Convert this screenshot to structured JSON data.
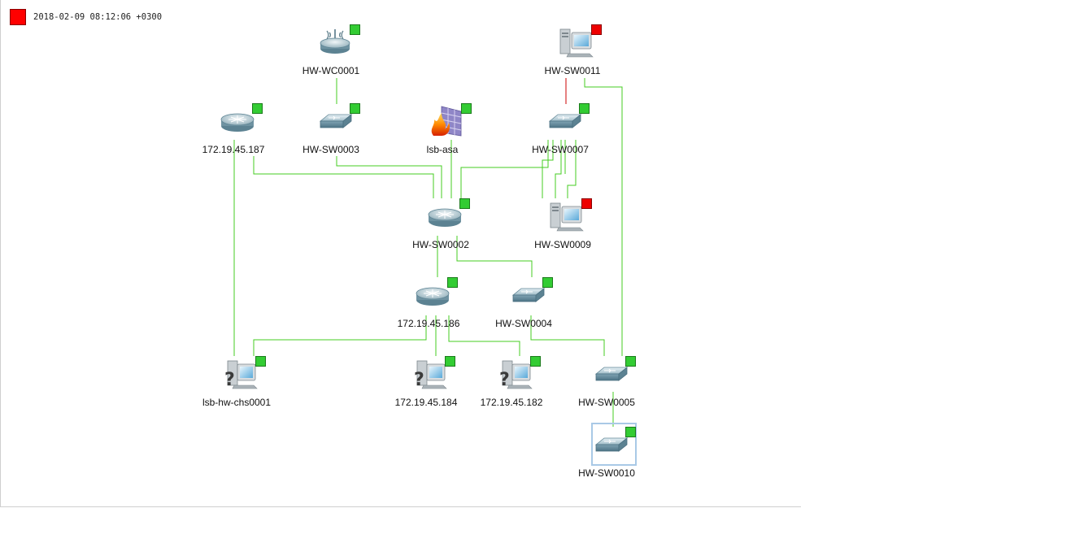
{
  "header": {
    "timestamp": "2018-02-09 08:12:06 +0300",
    "legend_color": "#ff0000"
  },
  "colors": {
    "link_ok": "#44cc22",
    "link_down": "#cc0000",
    "status_ok": "#33cc33",
    "status_down": "#ee0000",
    "selection": "#a9c9e6"
  },
  "nodes": [
    {
      "id": "hw-wc0001",
      "label": "HW-WC0001",
      "icon": "wireless-router-icon",
      "status": "ok"
    },
    {
      "id": "hw-sw0011",
      "label": "HW-SW0011",
      "icon": "workstation-icon",
      "status": "down"
    },
    {
      "id": "ip-187",
      "label": "172.19.45.187",
      "icon": "router-icon",
      "status": "ok"
    },
    {
      "id": "hw-sw0003",
      "label": "HW-SW0003",
      "icon": "switch-icon",
      "status": "ok"
    },
    {
      "id": "lsb-asa",
      "label": "lsb-asa",
      "icon": "firewall-icon",
      "status": "ok"
    },
    {
      "id": "hw-sw0007",
      "label": "HW-SW0007",
      "icon": "switch-icon",
      "status": "ok"
    },
    {
      "id": "hw-sw0002",
      "label": "HW-SW0002",
      "icon": "router-icon",
      "status": "ok"
    },
    {
      "id": "hw-sw0009",
      "label": "HW-SW0009",
      "icon": "workstation-icon",
      "status": "down"
    },
    {
      "id": "ip-186",
      "label": "172.19.45.186",
      "icon": "router-icon",
      "status": "ok"
    },
    {
      "id": "hw-sw0004",
      "label": "HW-SW0004",
      "icon": "switch-icon",
      "status": "ok"
    },
    {
      "id": "lsb-hw-chs0001",
      "label": "lsb-hw-chs0001",
      "icon": "unknown-host-icon",
      "status": "ok"
    },
    {
      "id": "ip-184",
      "label": "172.19.45.184",
      "icon": "unknown-host-icon",
      "status": "ok"
    },
    {
      "id": "ip-182",
      "label": "172.19.45.182",
      "icon": "unknown-host-icon",
      "status": "ok"
    },
    {
      "id": "hw-sw0005",
      "label": "HW-SW0005",
      "icon": "switch-icon",
      "status": "ok"
    },
    {
      "id": "hw-sw0010",
      "label": "HW-SW0010",
      "icon": "switch-icon",
      "status": "ok",
      "selected": true
    }
  ],
  "links": [
    {
      "from": "hw-wc0001",
      "to": "hw-sw0003",
      "status": "ok"
    },
    {
      "from": "hw-sw0011",
      "to": "hw-sw0007",
      "status": "down"
    },
    {
      "from": "hw-sw0011",
      "to": "hw-sw0005",
      "status": "ok"
    },
    {
      "from": "ip-187",
      "to": "hw-sw0002",
      "status": "ok"
    },
    {
      "from": "ip-187",
      "to": "lsb-hw-chs0001",
      "status": "ok"
    },
    {
      "from": "hw-sw0003",
      "to": "hw-sw0002",
      "status": "ok"
    },
    {
      "from": "lsb-asa",
      "to": "hw-sw0002",
      "status": "ok"
    },
    {
      "from": "hw-sw0007",
      "to": "hw-sw0002",
      "status": "ok"
    },
    {
      "from": "hw-sw0007",
      "to": "hw-sw0009",
      "status": "ok"
    },
    {
      "from": "hw-sw0002",
      "to": "ip-186",
      "status": "ok"
    },
    {
      "from": "hw-sw0002",
      "to": "hw-sw0004",
      "status": "ok"
    },
    {
      "from": "ip-186",
      "to": "lsb-hw-chs0001",
      "status": "ok"
    },
    {
      "from": "ip-186",
      "to": "ip-184",
      "status": "ok"
    },
    {
      "from": "ip-186",
      "to": "ip-182",
      "status": "ok"
    },
    {
      "from": "hw-sw0004",
      "to": "hw-sw0005",
      "status": "ok"
    },
    {
      "from": "hw-sw0005",
      "to": "hw-sw0010",
      "status": "ok"
    }
  ]
}
